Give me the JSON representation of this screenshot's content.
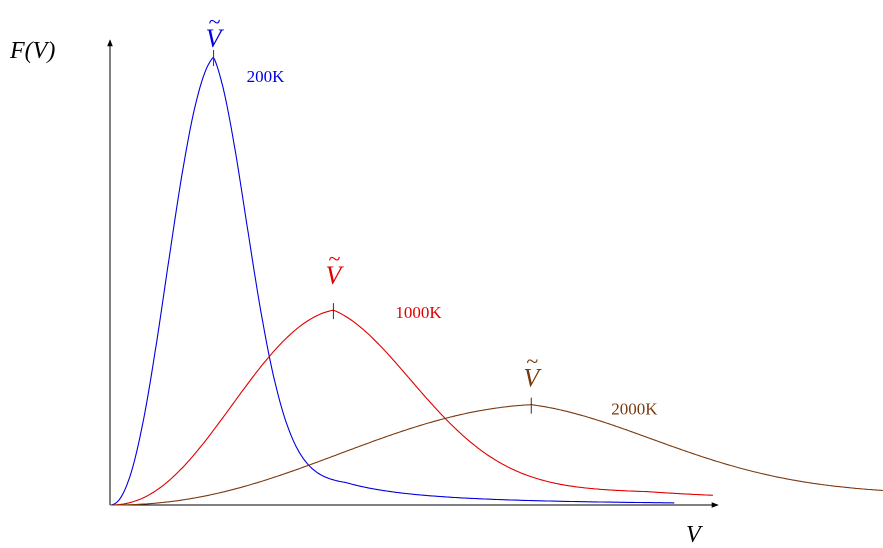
{
  "chart_data": {
    "type": "line",
    "ylabel": "F(V)",
    "xlabel": "V",
    "grid": false,
    "xlim": [
      0,
      1
    ],
    "ylim": [
      0,
      1
    ],
    "peak_symbol": "V",
    "peak_accent": "~",
    "series": [
      {
        "name": "200K",
        "color": "#0000e0",
        "peak_x": 0.134,
        "peak_y": 1.0,
        "width": 0.057,
        "tail": 0.07
      },
      {
        "name": "1000K",
        "color": "#e00000",
        "peak_x": 0.289,
        "peak_y": 0.435,
        "width": 0.135,
        "tail": 0.2
      },
      {
        "name": "2000K",
        "color": "#7a3a10",
        "peak_x": 0.545,
        "peak_y": 0.224,
        "width": 0.215,
        "tail": 0.42
      }
    ]
  }
}
